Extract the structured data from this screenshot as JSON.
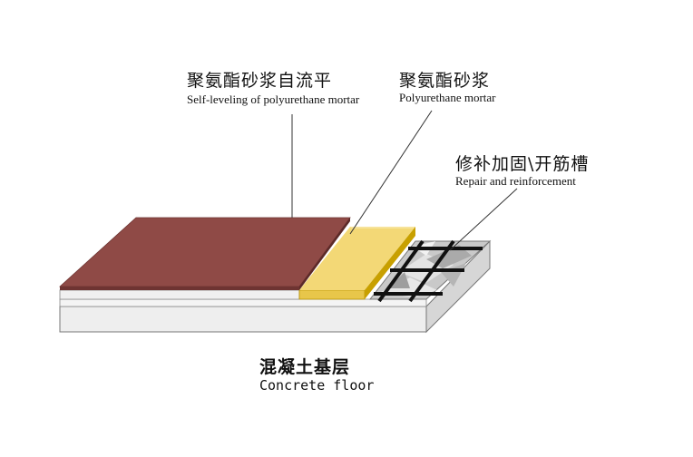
{
  "labels": {
    "self_leveling": {
      "zh": "聚氨酯砂浆自流平",
      "en": "Self-leveling of polyurethane mortar"
    },
    "mortar": {
      "zh": "聚氨酯砂浆",
      "en": "Polyurethane mortar"
    },
    "repair": {
      "zh": "修补加固\\开筋槽",
      "en": "Repair and reinforcement"
    },
    "concrete": {
      "zh": "混凝土基层",
      "en": "Concrete floor"
    }
  },
  "colors": {
    "self_leveling_layer": "#8f4a46",
    "mortar_layer": "#f3d876",
    "mortar_edge": "#c8a000",
    "base_layer": "#eeeeee",
    "outline": "#777777",
    "rebar": "#111111"
  }
}
